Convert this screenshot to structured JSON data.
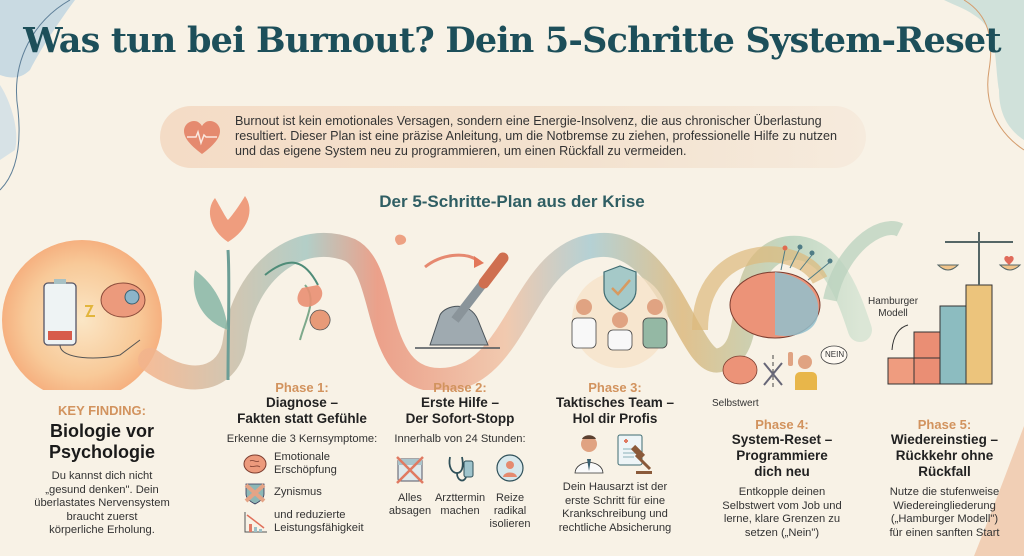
{
  "header": {
    "title": "Was tun bei Burnout? Dein 5-Schritte System-Reset"
  },
  "intro": {
    "icon": "heart-pulse-icon",
    "text": "Burnout ist kein emotionales Versagen, sondern eine Energie-Insolvenz, die aus chronischer Überlastung resultiert. Dieser Plan ist eine präzise Anleitung, um die Notbremse zu ziehen, professionelle Hilfe zu nutzen und das eigene System neu zu programmieren, um einen Rückfall zu vermeiden."
  },
  "plan_title": "Der 5-Schritte-Plan aus der Krise",
  "key_finding": {
    "kicker": "KEY FINDING:",
    "title_line1": "Biologie vor",
    "title_line2": "Psychologie",
    "text_line1": "Du kannst dich nicht",
    "text_line2": "„gesund denken\". Dein",
    "text_line3": "überlastates Nervensystem",
    "text_line4": "braucht zuerst",
    "text_line5": "körperliche Erholung.",
    "illustration": [
      "battery-low-icon",
      "lightning-icon",
      "brain-gear-icon"
    ]
  },
  "phases": [
    {
      "kicker": "Phase 1:",
      "title_line1": "Diagnose –",
      "title_line2": "Fakten statt Gefühle",
      "intro": "Erkenne die 3 Kernsymptome:",
      "items": [
        {
          "icon": "brain-icon",
          "label_line1": "Emotionale",
          "label_line2": "Erschöpfung"
        },
        {
          "icon": "crossed-shield-icon",
          "label_line1": "Zynismus",
          "label_line2": ""
        },
        {
          "icon": "declining-chart-icon",
          "label_line1": "und reduzierte",
          "label_line2": "Leistungsfähigkeit"
        }
      ],
      "illustration": [
        "blooming-flower-icon",
        "wilted-flower-icon",
        "broken-gear-icon"
      ]
    },
    {
      "kicker": "Phase 2:",
      "title_line1": "Erste Hilfe –",
      "title_line2": "Der Sofort-Stopp",
      "intro": "Innerhalb von 24 Stunden:",
      "actions": [
        {
          "icon": "cancelled-calendar-icon",
          "label_line1": "Alles",
          "label_line2": "absagen",
          "label_line3": ""
        },
        {
          "icon": "stethoscope-phone-icon",
          "label_line1": "Arzttermin",
          "label_line2": "machen",
          "label_line3": ""
        },
        {
          "icon": "isolate-person-icon",
          "label_line1": "Reize",
          "label_line2": "radikal",
          "label_line3": "isolieren"
        }
      ],
      "illustration": [
        "handbrake-icon"
      ]
    },
    {
      "kicker": "Phase 3:",
      "title_line1": "Taktisches Team –",
      "title_line2": "Hol dir Profis",
      "text_line1": "Dein Hausarzt ist der",
      "text_line2": "erste Schritt für eine",
      "text_line3": "Krankschreibung und",
      "text_line4": "rechtliche Absicherung",
      "illustration": [
        "team-shield-icon",
        "doctor-icon",
        "document-gavel-icon"
      ]
    },
    {
      "kicker": "Phase 4:",
      "title_line1": "System-Reset –",
      "title_line2": "Programmiere",
      "title_line3": "dich neu",
      "text_line1": "Entkopple deinen",
      "text_line2": "Selbstwert vom Job und",
      "text_line3": "lerne, klare Grenzen zu",
      "text_line4": "setzen („Nein\")",
      "illustration_label": "Selbstwert",
      "speech_bubble": "NEIN",
      "illustration": [
        "rewired-brain-icon",
        "scissors-icon",
        "stop-hand-person-icon"
      ]
    },
    {
      "kicker": "Phase 5:",
      "title_line1": "Wiedereinstieg –",
      "title_line2": "Rückkehr ohne",
      "title_line3": "Rückfall",
      "text_line1": "Nutze die stufenweise",
      "text_line2": "Wiedereingliederung",
      "text_line3": "(„Hamburger Modell\")",
      "text_line4": "für einen sanften Start",
      "illustration_label_line1": "Hamburger",
      "illustration_label_line2": "Modell",
      "illustration": [
        "stair-blocks-icon",
        "balance-scale-icon"
      ]
    }
  ],
  "colors": {
    "background": "#f8f2e6",
    "title": "#1d4f5a",
    "accent_orange": "#e2856a",
    "accent_teal": "#8fb9bf",
    "accent_sand": "#d9ad6e",
    "accent_sage": "#a9c8ae",
    "kicker": "#d2935e"
  }
}
